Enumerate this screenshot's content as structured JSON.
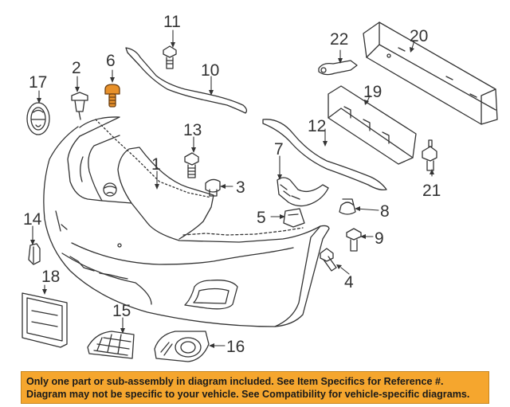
{
  "diagram": {
    "callouts": {
      "c1": "1",
      "c2": "2",
      "c3": "3",
      "c4": "4",
      "c5": "5",
      "c6": "6",
      "c7": "7",
      "c8": "8",
      "c9": "9",
      "c10": "10",
      "c11": "11",
      "c12": "12",
      "c13": "13",
      "c14": "14",
      "c15": "15",
      "c16": "16",
      "c17": "17",
      "c18": "18",
      "c19": "19",
      "c20": "20",
      "c21": "21",
      "c22": "22"
    },
    "highlighted_part": "6",
    "colors": {
      "line": "#333333",
      "highlight": "#e8912a",
      "banner": "#f5a62e"
    }
  },
  "banner": {
    "line1": "Only one part or sub-assembly in diagram included. See Item Specifics for Reference #.",
    "line2": "Diagram may not be specific to your vehicle. See Compatibility for vehicle-specific diagrams."
  }
}
